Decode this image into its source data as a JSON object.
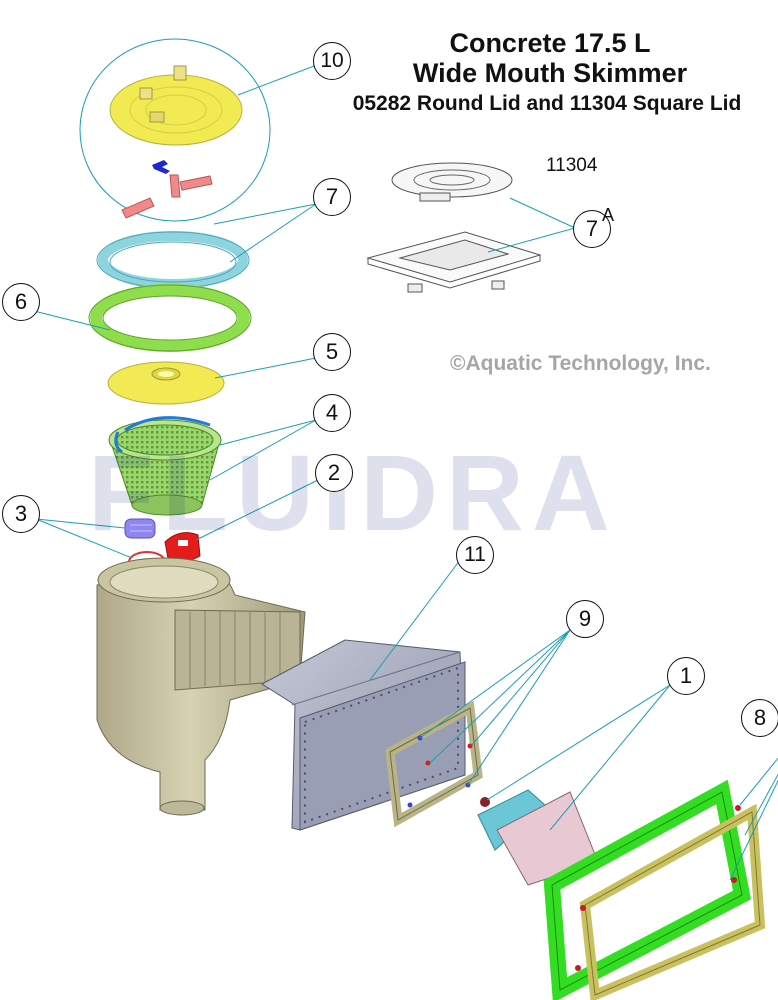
{
  "title": {
    "line1": "Concrete 17.5 L",
    "line2": "Wide Mouth Skimmer",
    "line3": "05282 Round Lid and 11304 Square Lid"
  },
  "subpart_label": "11304",
  "copyright": "©Aquatic Technology, Inc.",
  "watermark": "FLUIDRA",
  "callouts": [
    "10",
    "7",
    "6",
    "5",
    "4",
    "2",
    "3",
    "11",
    "9",
    "1",
    "8"
  ],
  "callout_7a": {
    "number": "7",
    "suffix": "A"
  },
  "colors": {
    "leader": "#1a9fb5",
    "lid_yellow": "#f2ea52",
    "ring_cyan": "#8ed4df",
    "collar_green": "#8fdc4d",
    "basket_green": "#9ad66a",
    "body_khaki": "#c8c39e",
    "throat_gray": "#a9adbf",
    "frame_green": "#33dd22",
    "frame_olive": "#c9c160",
    "weir_blue": "#6bc7d6",
    "weir_pink": "#e8c9d3"
  }
}
